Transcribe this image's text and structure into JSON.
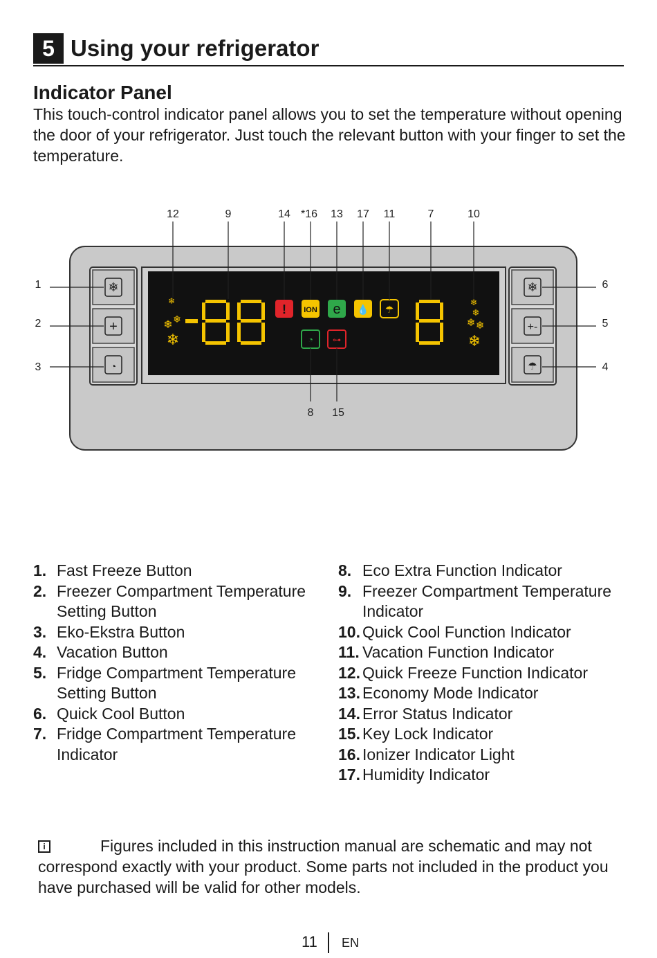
{
  "section": {
    "number": "5",
    "title": "Using your refrigerator"
  },
  "subtitle": "Indicator Panel",
  "intro": "This touch-control indicator panel allows you to set the temperature without opening the door of your refrigerator. Just touch the relevant button with your finger to set the temperature.",
  "diagram": {
    "callouts_top": [
      "12",
      "9",
      "14",
      "*16",
      "13",
      "17",
      "11",
      "7",
      "10"
    ],
    "callouts_bottom": [
      "8",
      "15"
    ],
    "callouts_left": [
      "1",
      "2",
      "3"
    ],
    "callouts_right": [
      "6",
      "5",
      "4"
    ],
    "ion_label": "ION",
    "eco_label": "e",
    "error_label": "!",
    "colors": {
      "segment": "#f5c400",
      "red": "#e0242a",
      "green": "#2fa84a",
      "panel": "#c9c9c9",
      "display": "#111111"
    }
  },
  "list_left": [
    {
      "num": "1.",
      "text": "Fast Freeze Button"
    },
    {
      "num": "2.",
      "text": "Freezer Compartment Temperature Setting Button"
    },
    {
      "num": "3.",
      "text": "Eko-Ekstra Button"
    },
    {
      "num": "4.",
      "text": "Vacation Button"
    },
    {
      "num": "5.",
      "text": "Fridge Compartment Temperature Setting Button"
    },
    {
      "num": "6.",
      "text": "Quick Cool Button"
    },
    {
      "num": "7.",
      "text": "Fridge Compartment Temperature Indicator"
    }
  ],
  "list_right": [
    {
      "num": "8.",
      "text": "Eco Extra Function Indicator"
    },
    {
      "num": "9.",
      "text": "Freezer Compartment Temperature Indicator"
    },
    {
      "num": "10.",
      "text": "Quick Cool Function Indicator"
    },
    {
      "num": "11.",
      "text": "Vacation Function Indicator"
    },
    {
      "num": "12.",
      "text": "Quick Freeze Function Indicator"
    },
    {
      "num": "13.",
      "text": "Economy Mode Indicator"
    },
    {
      "num": "14.",
      "text": "Error Status Indicator"
    },
    {
      "num": "15.",
      "text": "Key Lock Indicator"
    },
    {
      "num": "16.",
      "text": "Ionizer Indicator Light"
    },
    {
      "num": "17.",
      "text": "Humidity Indicator"
    }
  ],
  "note": {
    "icon": "info-icon",
    "text": "Figures included in this instruction manual are schematic and may not correspond exactly with your product.  Some parts not included in the product you have purchased will be valid for other models."
  },
  "footer": {
    "page": "11",
    "lang": "EN"
  }
}
